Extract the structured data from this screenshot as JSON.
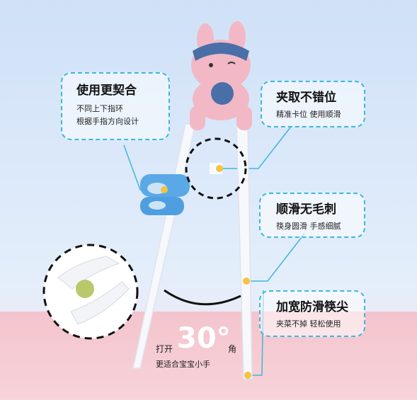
{
  "callouts": {
    "fit": {
      "title": "使用更契合",
      "line1": "不同上下指环",
      "line2": "根据手指方向设计"
    },
    "position": {
      "title": "夹取不错位",
      "line1": "精准卡位 使用顺滑"
    },
    "smooth": {
      "title": "顺滑无毛刺",
      "line1": "筷身圆滑 手感细腻"
    },
    "tip": {
      "title": "加宽防滑筷尖",
      "line1": "夹菜不掉 轻松使用"
    }
  },
  "angle": {
    "prefix": "打开",
    "value": "30°",
    "suffix": "角",
    "caption": "更适合宝宝小手"
  },
  "colors": {
    "accent": "#3db7dc",
    "ring": "#5aa9e6",
    "body": "#f2b8c6",
    "dot": "#f5c242"
  }
}
